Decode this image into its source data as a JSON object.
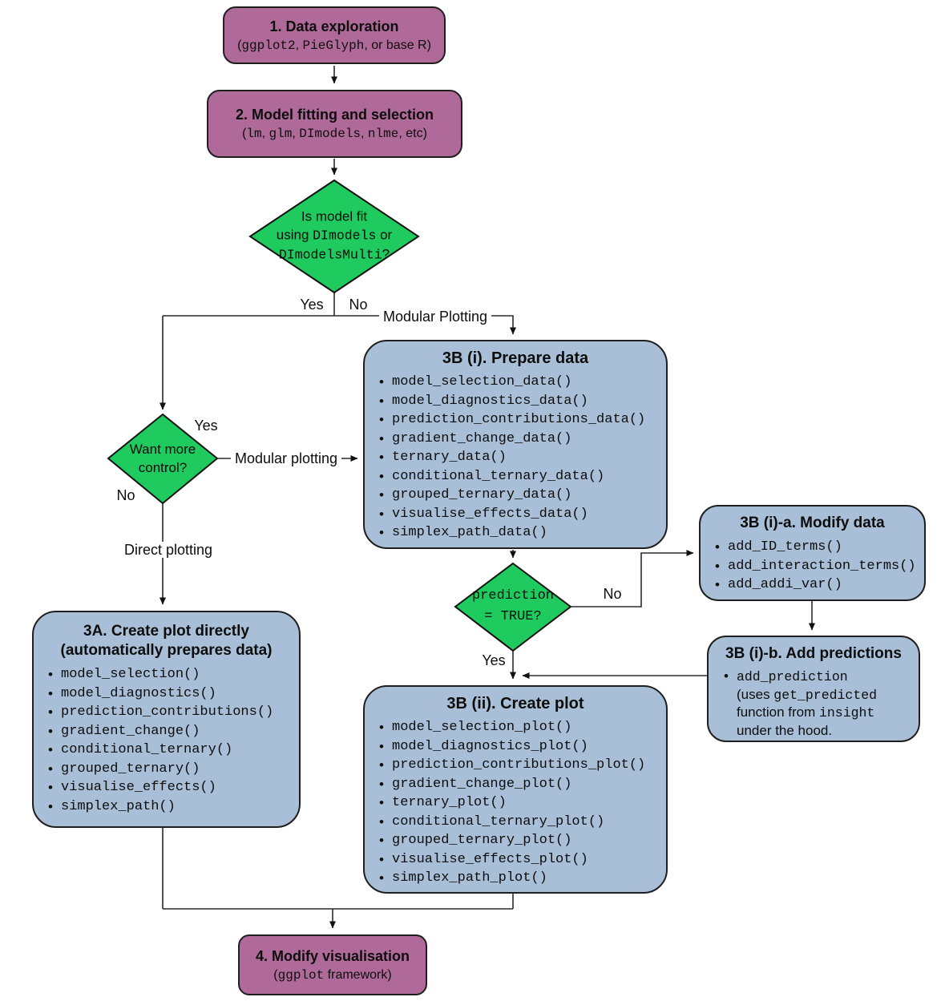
{
  "colors": {
    "purple": "#b06a99",
    "green": "#1fcb5e",
    "blue": "#a8bfd7",
    "line": "#2b2b2b",
    "ink": "#0d0d0d",
    "bg": "#ffffff"
  },
  "step1": {
    "title": "1. Data exploration",
    "sub": {
      "s1": "(",
      "c1": "ggplot2",
      "s2": ", ",
      "c2": "PieGlyph",
      "s3": ", or base R)"
    }
  },
  "step2": {
    "title": "2. Model fitting and selection",
    "sub": {
      "s1": "(",
      "c1": "lm",
      "s2": ", ",
      "c2": "glm",
      "s3": ", ",
      "c3": "DImodels",
      "s4": ", ",
      "c4": "nlme",
      "s5": ", etc)"
    }
  },
  "decision1": {
    "l1": "Is model fit",
    "l2a": "using ",
    "l2c": "DImodels",
    "l2b": " or",
    "l3c": "DImodelsMulti",
    "l3b": "?"
  },
  "decision2": {
    "l1": "Want more",
    "l2": "control?"
  },
  "decision3": {
    "l1": "prediction",
    "l2": "= TRUE?"
  },
  "labels": {
    "yes_top": "Yes",
    "no_top": "No",
    "modular_plotting_top": "Modular Plotting",
    "yes_mid": "Yes",
    "modular_plotting_mid": "Modular plotting",
    "no_mid": "No",
    "direct_plotting": "Direct plotting",
    "no_pred": "No",
    "yes_pred": "Yes"
  },
  "step3a": {
    "title1": "3A. Create plot directly",
    "title2": "(automatically prepares data)",
    "items": [
      "model_selection()",
      "model_diagnostics()",
      "prediction_contributions()",
      "gradient_change()",
      "conditional_ternary()",
      "grouped_ternary()",
      "visualise_effects()",
      "simplex_path()"
    ]
  },
  "step3b1": {
    "title": "3B (i). Prepare data",
    "items": [
      "model_selection_data()",
      "model_diagnostics_data()",
      "prediction_contributions_data()",
      "gradient_change_data()",
      "ternary_data()",
      "conditional_ternary_data()",
      "grouped_ternary_data()",
      "visualise_effects_data()",
      "simplex_path_data()"
    ]
  },
  "step3b1a": {
    "title": "3B (i)-a. Modify data",
    "items": [
      "add_ID_terms()",
      "add_interaction_terms()",
      "add_addi_var()"
    ]
  },
  "step3b1b": {
    "title": "3B (i)-b. Add predictions",
    "code": "add_prediction",
    "l2a": "(uses ",
    "l2c": "get_predicted",
    "l3a": "function from ",
    "l3c": "insight",
    "l4": "under the hood."
  },
  "step3b2": {
    "title": "3B (ii). Create plot",
    "items": [
      "model_selection_plot()",
      "model_diagnostics_plot()",
      "prediction_contributions_plot()",
      "gradient_change_plot()",
      "ternary_plot()",
      "conditional_ternary_plot()",
      "grouped_ternary_plot()",
      "visualise_effects_plot()",
      "simplex_path_plot()"
    ]
  },
  "step4": {
    "title": "4. Modify visualisation",
    "sub": {
      "s1": "(",
      "c1": "ggplot",
      "s2": " framework)"
    }
  }
}
